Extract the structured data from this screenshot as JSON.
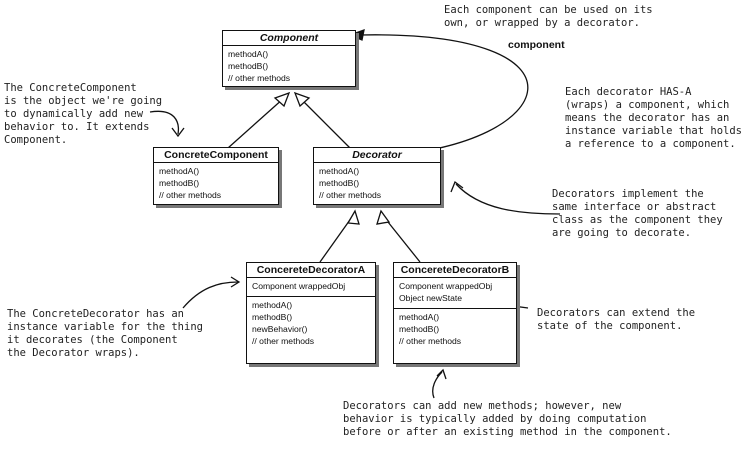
{
  "classes": {
    "component": {
      "name": "Component",
      "members": [
        "methodA()",
        "methodB()",
        "// other methods"
      ]
    },
    "concrete_component": {
      "name": "ConcreteComponent",
      "members": [
        "methodA()",
        "methodB()",
        "// other methods"
      ]
    },
    "decorator": {
      "name": "Decorator",
      "members": [
        "methodA()",
        "methodB()",
        "// other methods"
      ]
    },
    "concrete_decorator_a": {
      "name": "ConcereteDecoratorA",
      "fields": [
        "Component wrappedObj"
      ],
      "members": [
        "methodA()",
        "methodB()",
        "newBehavior()",
        "// other methods"
      ]
    },
    "concrete_decorator_b": {
      "name": "ConcereteDecoratorB",
      "fields": [
        "Component wrappedObj",
        "Object newState"
      ],
      "members": [
        "methodA()",
        "methodB()",
        "// other methods"
      ]
    }
  },
  "association_label": "component",
  "notes": {
    "top": [
      "Each component can be used on its",
      "own, or wrapped by a decorator."
    ],
    "concrete_component": [
      "The ConcreteComponent",
      "is the object we're going",
      "to dynamically add new",
      "behavior to. It extends",
      "Component."
    ],
    "has_a": [
      "Each decorator HAS-A",
      "(wraps) a component, which",
      "means the decorator has an",
      "instance variable that holds",
      "a reference to a component."
    ],
    "implement": [
      "Decorators implement the",
      "same interface or abstract",
      "class as the component they",
      "are going to decorate."
    ],
    "concrete_decorator": [
      "The ConcreteDecorator has an",
      "instance variable for the thing",
      "it decorates (the Component",
      "the Decorator wraps)."
    ],
    "extend_state": [
      "Decorators can extend the",
      "state of the component."
    ],
    "new_methods": [
      "Decorators can add new methods; however, new",
      "behavior is typically added by doing computation",
      "before or after an existing method in the component."
    ]
  },
  "colors": {
    "line": "#111111",
    "note_text": "#222222",
    "shadow": "#777777"
  }
}
